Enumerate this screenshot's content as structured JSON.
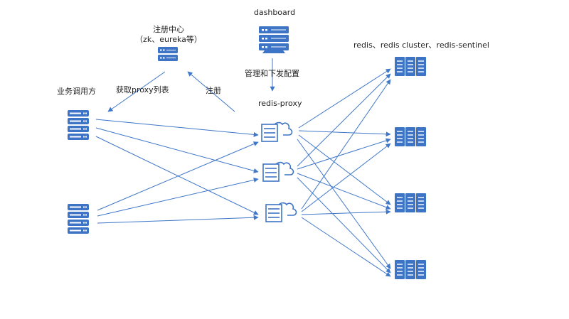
{
  "colors": {
    "line": "#3f77c9",
    "icon": "#3d74c6",
    "text": "#222222"
  },
  "labels": {
    "dashboard": "dashboard",
    "registry_title": "注册中心",
    "registry_sub": "（zk、eureka等）",
    "caller": "业务调用方",
    "fetch_proxy_list": "获取proxy列表",
    "register": "注册",
    "manage_config": "管理和下发配置",
    "redis_proxy": "redis-proxy",
    "redis_types": "redis、redis cluster、redis-sentinel"
  },
  "icons": {
    "dashboard": "server-rack-icon",
    "registry": "server-rack-icon",
    "callers": "server-stack-icon",
    "proxies": "server-cloud-icon",
    "redis": "redis-cluster-icon"
  }
}
